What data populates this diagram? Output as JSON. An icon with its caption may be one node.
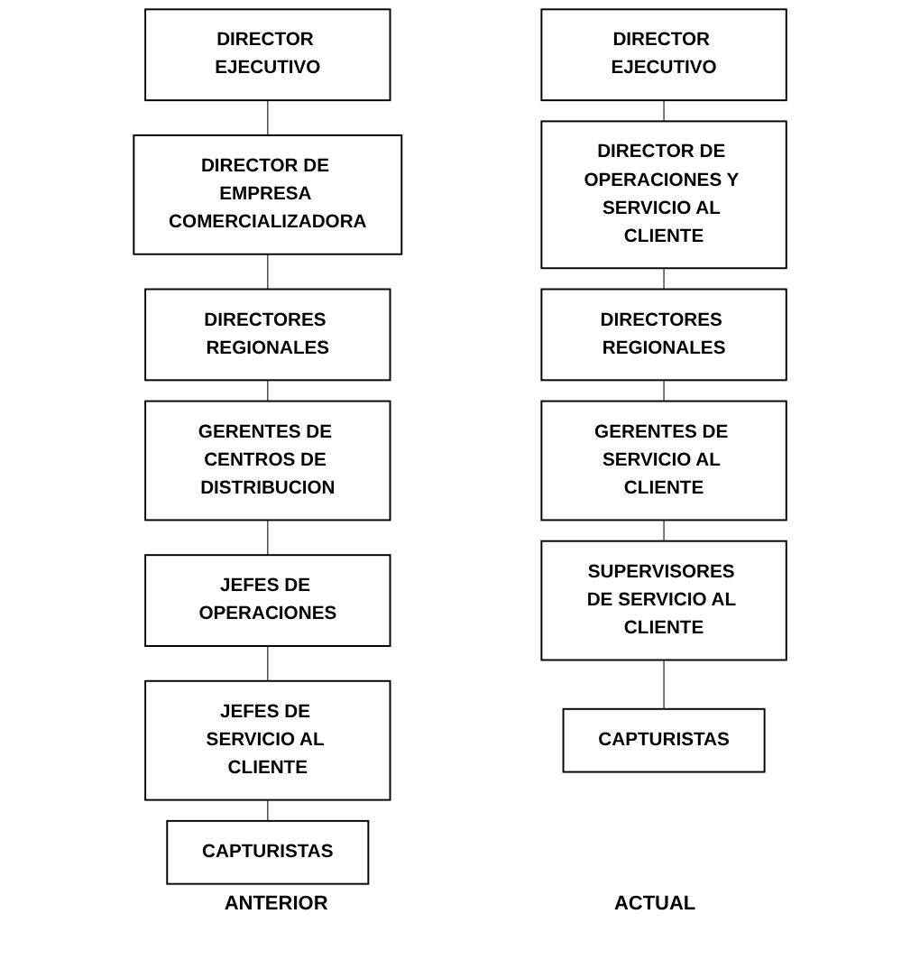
{
  "diagram": {
    "nodes": [
      {
        "text": [
          "DIRECTOR EJECUTIVO"
        ]
      },
      {
        "text": [
          "DIRECTOR DE EMPRESA COMERCIALIZADORA"
        ]
      },
      {
        "text": [
          "DIRECTORES REGIONALES"
        ]
      },
      {
        "text": [
          "GERENTES DE CENTROS DE DISTRIBUCION"
        ]
      },
      {
        "text": [
          "JEFES DE OPERACIONES"
        ]
      },
      {
        "text": [
          "JEFES DE SERVICIO AL CLIENTE"
        ]
      },
      {
        "text": [
          "CAPTURISTAS"
        ]
      },
      {
        "text": [
          "DIRECTOR EJECUTIVO"
        ]
      },
      {
        "text": [
          "DIRECTOR DE OPERACIONES Y SERVICIO AL CLIENTE"
        ]
      },
      {
        "text": [
          "DIRECTORES REGIONALES"
        ]
      },
      {
        "text": [
          "GERENTES DE SERVICIO AL CLIENTE"
        ]
      },
      {
        "text": [
          "SUPERVISORES DE SERVICIO AL CLIENTE"
        ]
      },
      {
        "text": [
          "CAPTURISTAS"
        ]
      }
    ],
    "edges": [
      {
        "from": 0,
        "to": 1,
        "arrow": "none"
      },
      {
        "from": 1,
        "to": 2,
        "arrow": "none"
      },
      {
        "from": 2,
        "to": 3,
        "arrow": "none"
      },
      {
        "from": 3,
        "to": 4,
        "arrow": "none"
      },
      {
        "from": 4,
        "to": 5,
        "arrow": "none"
      },
      {
        "from": 5,
        "to": 6,
        "arrow": "none"
      },
      {
        "from": 7,
        "to": 8,
        "arrow": "none"
      },
      {
        "from": 8,
        "to": 9,
        "arrow": "none"
      },
      {
        "from": 9,
        "to": 10,
        "arrow": "none"
      },
      {
        "from": 10,
        "to": 11,
        "arrow": "none"
      },
      {
        "from": 11,
        "to": 12,
        "arrow": "none"
      }
    ],
    "labels": [
      "ANTERIOR",
      "ACTUAL"
    ]
  }
}
